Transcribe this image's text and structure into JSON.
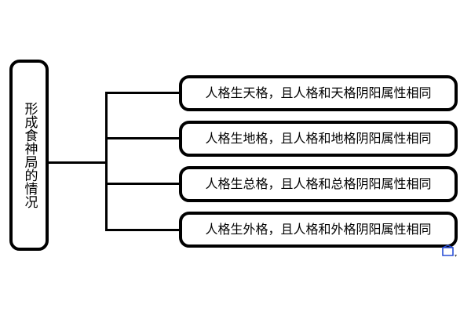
{
  "diagram": {
    "background_color": "#ffffff",
    "line_color": "#000000",
    "text_color": "#000000",
    "root": {
      "label": "形成食神局的情况",
      "orientation": "vertical"
    },
    "branches": [
      {
        "label": "人格生天格，且人格和天格阴阳属性相同"
      },
      {
        "label": "人格生地格，且人格和地格阴阳属性相同"
      },
      {
        "label": "人格生总格，且人格和总格阴阳属性相同"
      },
      {
        "label": "人格生外格，且人格和外格阴阳属性相同"
      }
    ],
    "watermark": {
      "name": "watermark-icon",
      "color": "#2a4fd6"
    }
  }
}
